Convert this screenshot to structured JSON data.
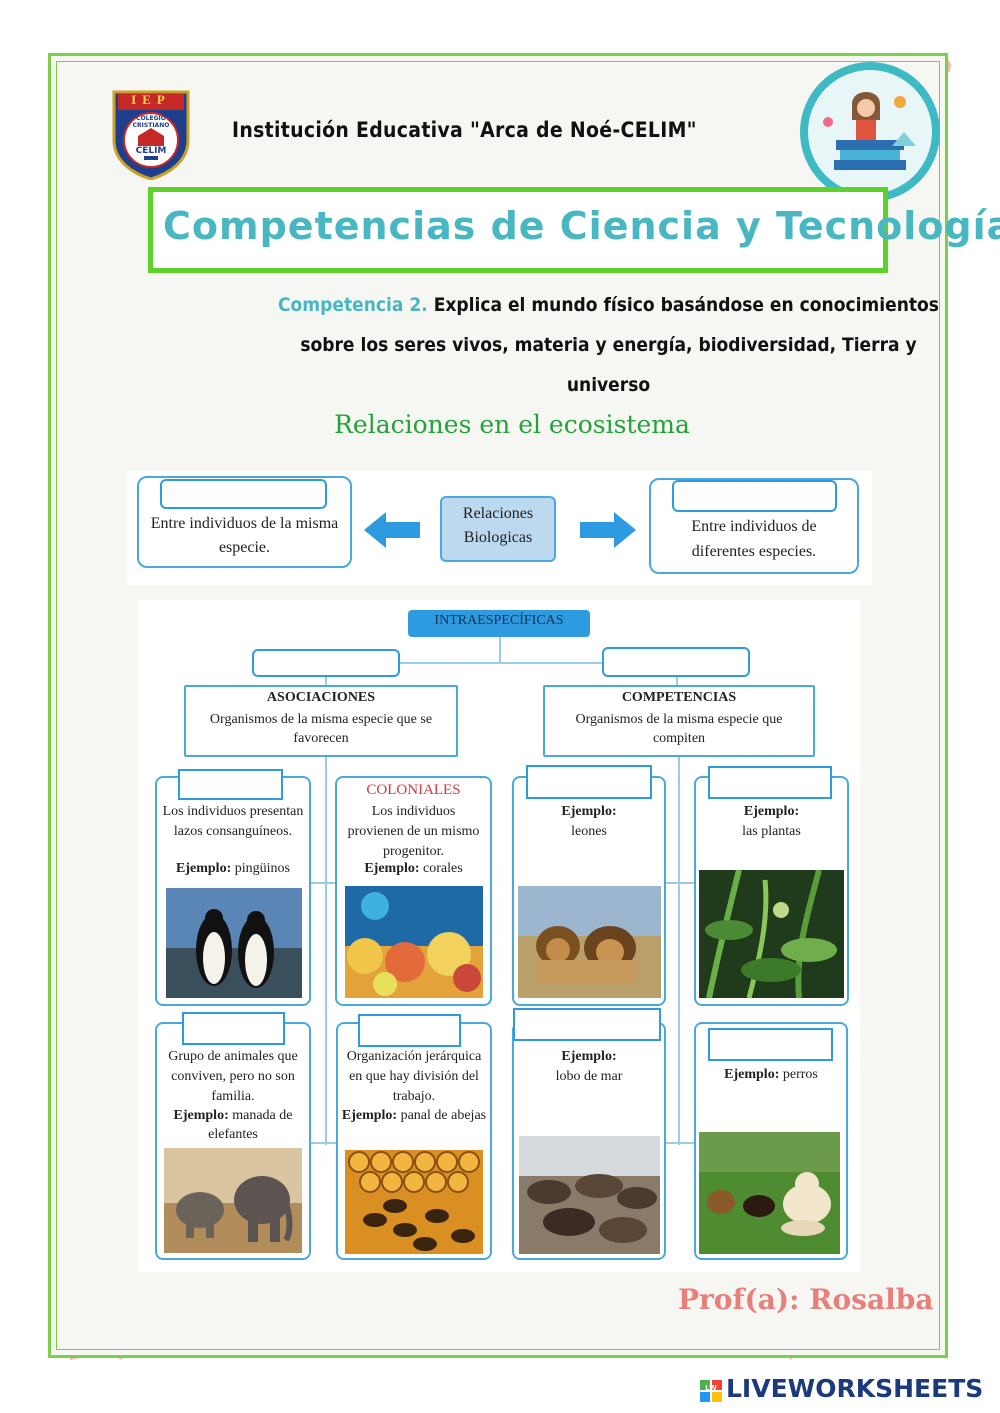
{
  "header": {
    "school_name": "Institución Educativa \"Arca de Noé-CELIM\"",
    "logo_letters": "IEP",
    "logo_ring_text": "COLEGIO CRISTIANO",
    "logo_name": "CELIM",
    "title": "Competencias de Ciencia y Tecnología"
  },
  "competence": {
    "label": "Competencia 2.",
    "text": "Explica el mundo físico basándose en conocimientos sobre los seres vivos, materia y energía, biodiversidad, Tierra y universo"
  },
  "section_title": "Relaciones en el ecosistema",
  "relations": {
    "left_text": "Entre individuos de la misma especie.",
    "center_text": "Relaciones Biologicas",
    "right_text": "Entre individuos de diferentes especies."
  },
  "tree": {
    "root": "INTRAESPECÍFICAS",
    "asociaciones": {
      "title": "ASOCIACIONES",
      "desc": "Organismos de la misma especie que se favorecen"
    },
    "competencias": {
      "title": "COMPETENCIAS",
      "desc": "Organismos de la misma especie que compiten"
    },
    "cards": [
      {
        "heading": "",
        "text": "Los individuos presentan lazos consanguíneos.",
        "example_label": "Ejemplo:",
        "example": "pingüinos",
        "photo": "penguins"
      },
      {
        "heading": "COLONIALES",
        "text": "Los individuos provienen de un mismo progenitor.",
        "example_label": "Ejemplo:",
        "example": "corales",
        "photo": "coral"
      },
      {
        "heading": "",
        "text": "",
        "example_label": "Ejemplo:",
        "example": "leones",
        "photo": "lions"
      },
      {
        "heading": "",
        "text": "",
        "example_label": "Ejemplo:",
        "example": "las plantas",
        "photo": "plants"
      },
      {
        "heading": "",
        "text": "Grupo de animales que conviven, pero no son familia.",
        "example_label": "Ejemplo:",
        "example": "manada de elefantes",
        "photo": "elephants"
      },
      {
        "heading": "",
        "text": "Organización jerárquica en que hay división del trabajo.",
        "example_label": "Ejemplo:",
        "example": "panal de abejas",
        "photo": "bees"
      },
      {
        "heading": "",
        "text": "",
        "example_label": "Ejemplo:",
        "example": "lobo de mar",
        "photo": "sealions"
      },
      {
        "heading": "",
        "text": "",
        "example_label": "Ejemplo:",
        "example": "perros",
        "photo": "dogs"
      }
    ]
  },
  "footer": {
    "teacher": "Prof(a): Rosalba",
    "brand": "LIVEWORKSHEETS",
    "brand_badge": "LW"
  },
  "colors": {
    "frame_green": "#7ccf4a",
    "title_green": "#5ed02a",
    "title_teal": "#48b7c2",
    "section_green": "#25a33a",
    "box_blue": "#4aa8dd",
    "teacher_pink": "#e77f7a",
    "coloniales_red": "#d23a3a"
  }
}
